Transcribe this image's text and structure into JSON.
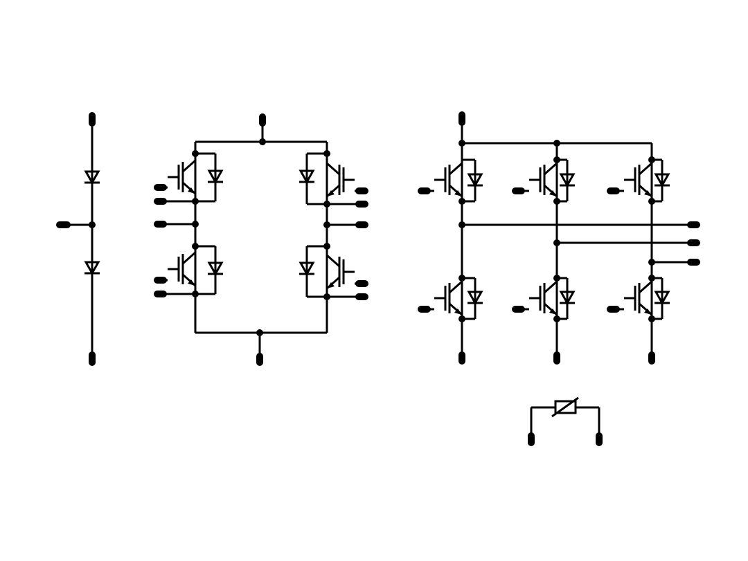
{
  "diagram": {
    "kind": "power-module-schematic",
    "colors": {
      "line": "#000000",
      "background": "#ffffff"
    },
    "sections": [
      {
        "id": "diode-leg",
        "components": [
          "diode",
          "diode"
        ]
      },
      {
        "id": "h-bridge",
        "components": [
          "igbt-with-diode",
          "igbt-with-diode",
          "igbt-with-diode",
          "igbt-with-diode"
        ]
      },
      {
        "id": "three-phase-inverter",
        "components": [
          "igbt-with-diode",
          "igbt-with-diode",
          "igbt-with-diode",
          "igbt-with-diode",
          "igbt-with-diode",
          "igbt-with-diode"
        ]
      },
      {
        "id": "thermistor",
        "components": [
          "ntc-thermistor"
        ]
      }
    ]
  }
}
